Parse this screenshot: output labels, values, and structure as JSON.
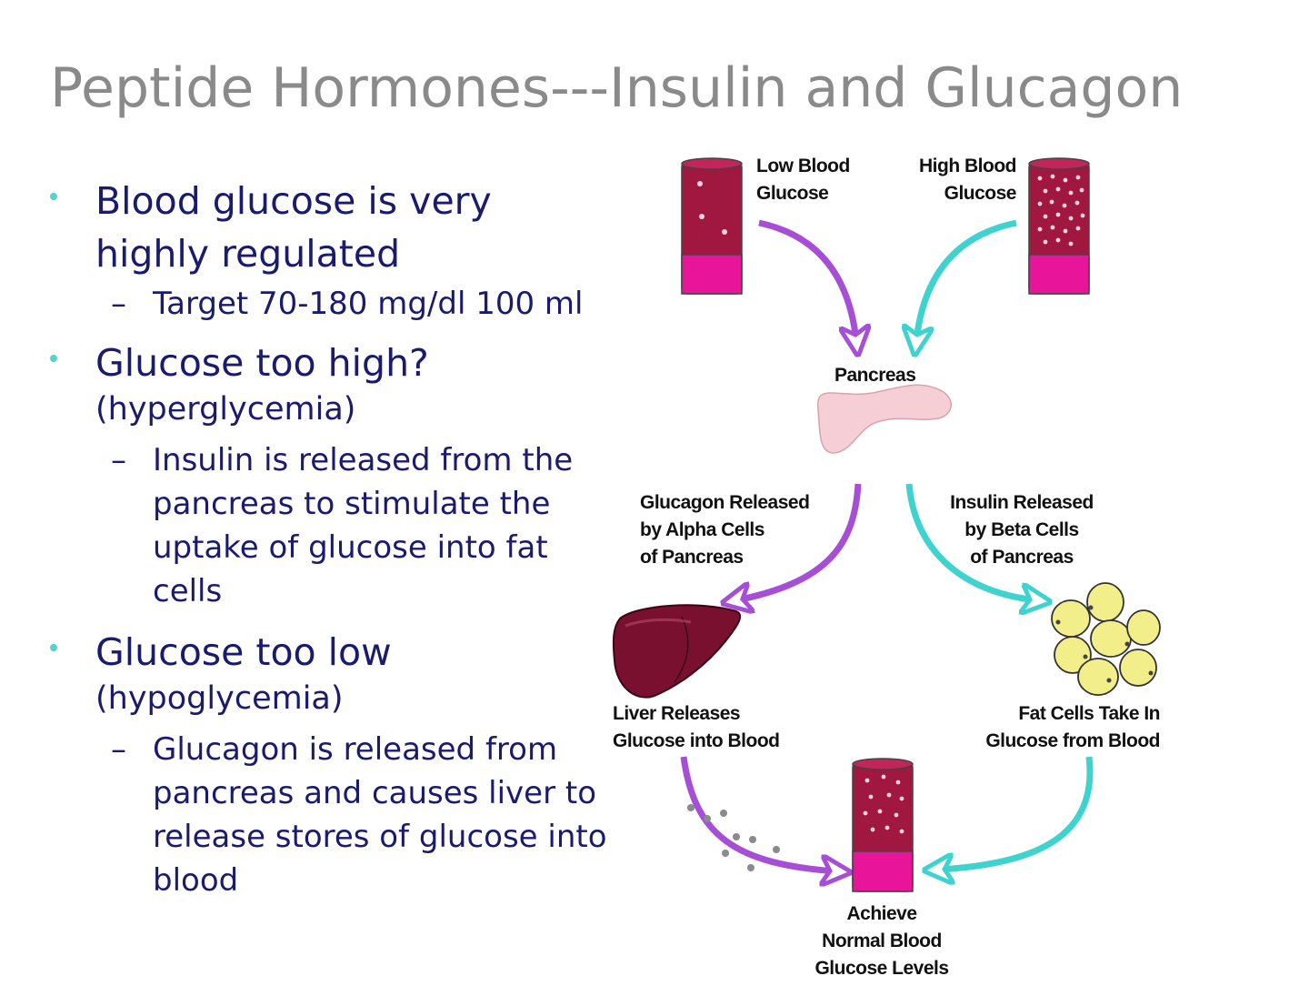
{
  "title": {
    "part1": "Peptide Hormones---Insulin and Glucagon"
  },
  "bullets": [
    {
      "text": "Blood glucose is very highly regulated",
      "sub": [
        {
          "text": "Target 70-180 mg/dl 100 ml"
        }
      ]
    },
    {
      "text": "Glucose too high?",
      "paren": "(hyperglycemia)",
      "sub": [
        {
          "text": "Insulin is released from the pancreas to stimulate the uptake of glucose into fat cells"
        }
      ]
    },
    {
      "text": "Glucose too low",
      "paren": "(hypoglycemia)",
      "sub": [
        {
          "text": "Glucagon is released from pancreas and causes liver to release stores of glucose into blood"
        }
      ]
    }
  ],
  "diagram": {
    "low_blood_glucose": "Low Blood\nGlucose",
    "high_blood_glucose": "High Blood\nGlucose",
    "pancreas": "Pancreas",
    "glucagon_released": "Glucagon Released\nby Alpha Cells\nof Pancreas",
    "insulin_released": "Insulin Released\nby Beta Cells\nof Pancreas",
    "liver_releases": "Liver Releases\nGlucose into Blood",
    "fat_cells": "Fat Cells Take In\nGlucose from Blood",
    "achieve": "Achieve\nNormal Blood\nGlucose Levels"
  },
  "colors": {
    "title": "#8a8a8a",
    "text": "#1a1a6e",
    "bullet": "#4fd6c8",
    "glucagon_arrow": "#a64fd6",
    "insulin_arrow": "#3fd3cf",
    "tube_dark": "#a0173f",
    "tube_pink": "#e8159a",
    "liver": "#7a1030",
    "fat_cell": "#f2ef8a",
    "pancreas": "#f6cfd6"
  }
}
